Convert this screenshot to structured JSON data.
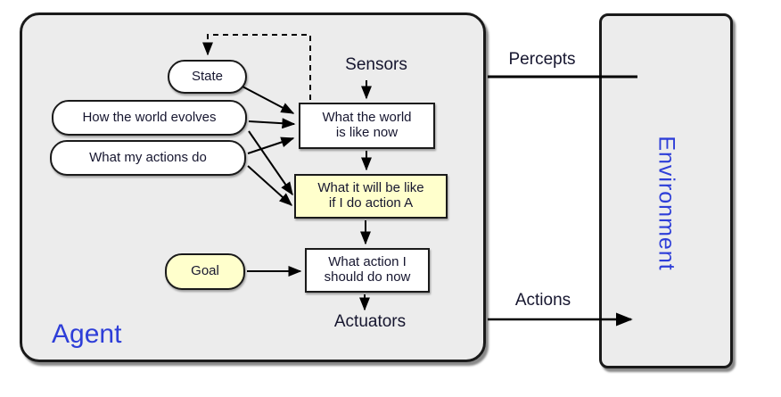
{
  "agent": {
    "label": "Agent"
  },
  "environment": {
    "label": "Environment"
  },
  "io_labels": {
    "sensors": "Sensors",
    "actuators": "Actuators",
    "percepts": "Percepts",
    "actions": "Actions"
  },
  "nodes": {
    "state": {
      "label": "State"
    },
    "how_world_evolves": {
      "label": "How the world evolves"
    },
    "what_my_actions_do": {
      "label": "What my actions do"
    },
    "world_now": {
      "line1": "What the world",
      "line2": "is like now"
    },
    "future": {
      "line1": "What it will be like",
      "line2": "if I do action A"
    },
    "action_choice": {
      "line1": "What action I",
      "line2": "should do now"
    },
    "goal": {
      "label": "Goal"
    }
  },
  "colors": {
    "label_blue": "#2e3ed8",
    "node_yellow": "#ffffcc",
    "panel_gray": "#ececec",
    "line_black": "#000000",
    "text_dark": "#16162f"
  }
}
